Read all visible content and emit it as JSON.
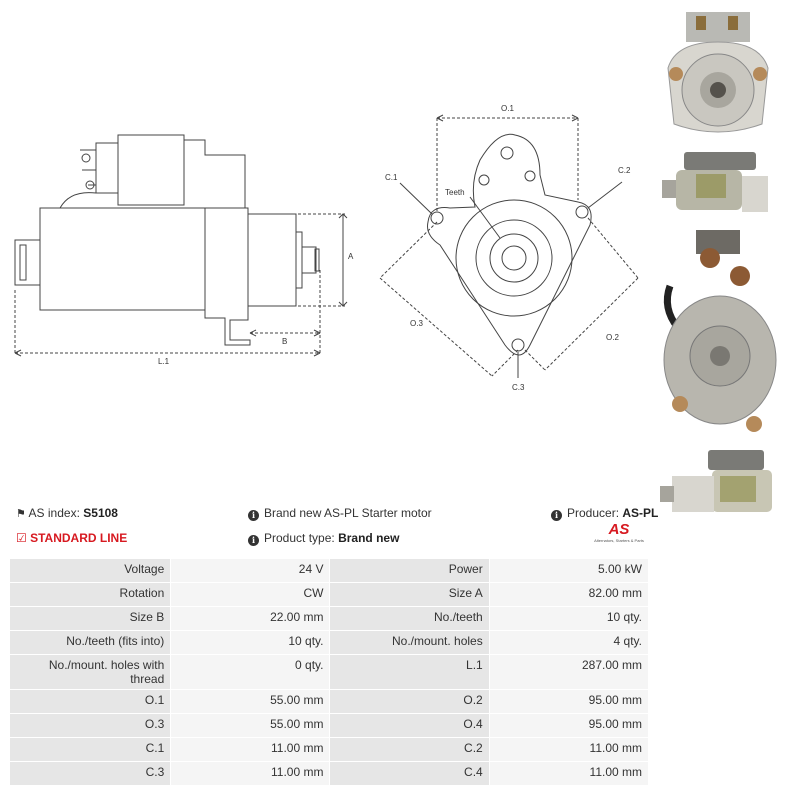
{
  "drawing": {
    "side_labels": {
      "a": "A",
      "b": "B",
      "l1": "L.1"
    },
    "front_labels": {
      "o1": "O.1",
      "o2": "O.2",
      "o3": "O.3",
      "c1": "C.1",
      "c2": "C.2",
      "c3": "C.3",
      "teeth": "Teeth"
    }
  },
  "info": {
    "as_index_label": "AS index:",
    "as_index_value": "S5108",
    "description": "Brand new AS-PL Starter motor",
    "producer_label": "Producer:",
    "producer_value": "AS-PL",
    "standard_line": "STANDARD LINE",
    "product_type_label": "Product type:",
    "product_type_value": "Brand new",
    "logo_text": "AS",
    "logo_tagline": "Alternators, Starters & Parts"
  },
  "specs": [
    [
      "Voltage",
      "24 V",
      "Power",
      "5.00 kW"
    ],
    [
      "Rotation",
      "CW",
      "Size A",
      "82.00 mm"
    ],
    [
      "Size B",
      "22.00 mm",
      "No./teeth",
      "10 qty."
    ],
    [
      "No./teeth (fits into)",
      "10 qty.",
      "No./mount. holes",
      "4 qty."
    ],
    [
      "No./mount. holes with thread",
      "0 qty.",
      "L.1",
      "287.00 mm"
    ],
    [
      "O.1",
      "55.00 mm",
      "O.2",
      "95.00 mm"
    ],
    [
      "O.3",
      "55.00 mm",
      "O.4",
      "95.00 mm"
    ],
    [
      "C.1",
      "11.00 mm",
      "C.2",
      "11.00 mm"
    ],
    [
      "C.3",
      "11.00 mm",
      "C.4",
      "11.00 mm"
    ]
  ],
  "colors": {
    "accent_red": "#d71920",
    "cell_key": "#e6e6e6",
    "cell_value": "#f5f5f5"
  }
}
